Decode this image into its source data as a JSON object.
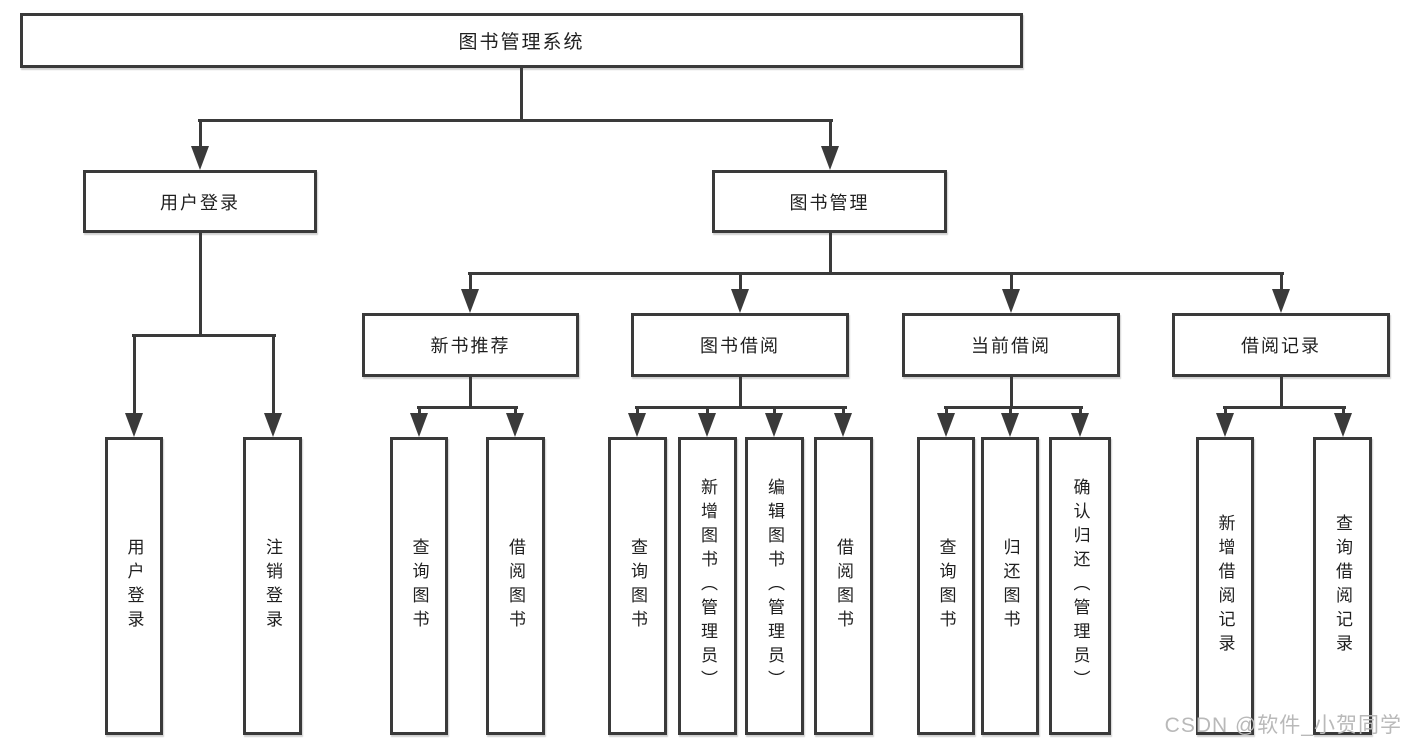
{
  "diagram": {
    "root": {
      "label": "图书管理系统"
    },
    "branches": {
      "user_login": {
        "label": "用户登录",
        "children": [
          "用户登录",
          "注销登录"
        ]
      },
      "book_management": {
        "label": "图书管理",
        "sections": {
          "new_book": {
            "label": "新书推荐",
            "children": [
              "查询图书",
              "借阅图书"
            ]
          },
          "book_borrow": {
            "label": "图书借阅",
            "children": [
              "查询图书",
              "新增图书（管理员）",
              "编辑图书（管理员）",
              "借阅图书"
            ]
          },
          "current_borrow": {
            "label": "当前借阅",
            "children": [
              "查询图书",
              "归还图书",
              "确认归还（管理员）"
            ]
          },
          "borrow_records": {
            "label": "借阅记录",
            "children": [
              "新增借阅记录",
              "查询借阅记录"
            ]
          }
        }
      }
    }
  },
  "watermark": {
    "text": "CSDN @软件_小贺同学"
  },
  "colors": {
    "line": "#3a3a3a",
    "text": "#1f1f1f",
    "background": "#ffffff",
    "watermark": "#b9b9b9"
  }
}
